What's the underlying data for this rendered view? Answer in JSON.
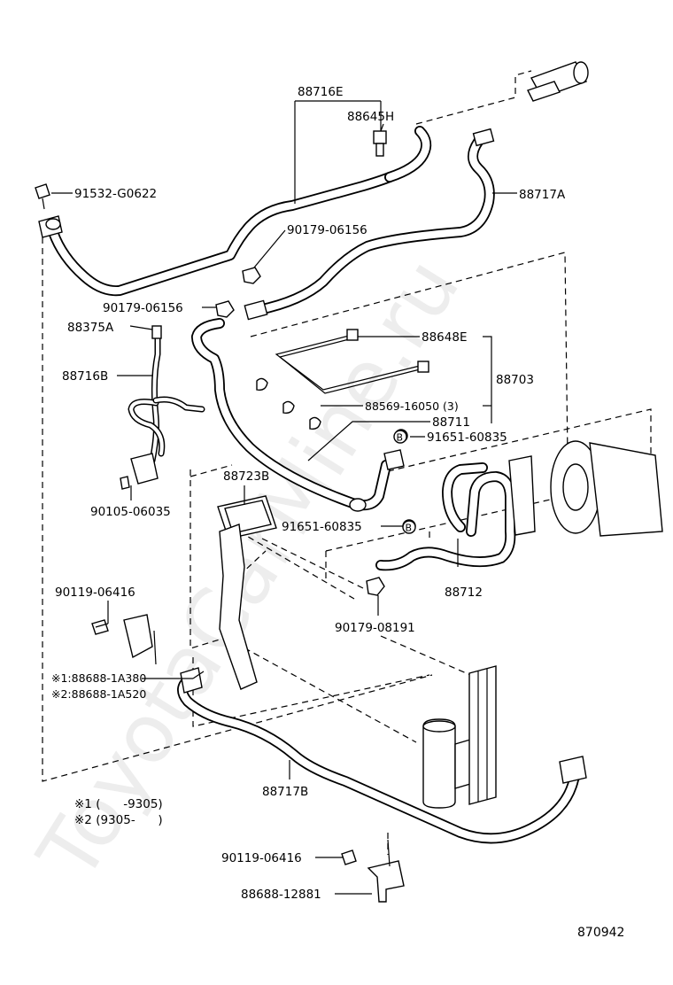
{
  "watermark": "ToyotaCarMine.ru",
  "diagram_ref": "870942",
  "legend": {
    "note1": "※1 (      -9305)",
    "note2": "※2 (9305-      )"
  },
  "labels": {
    "p88716E": "88716E",
    "p88645H": "88645H",
    "p91532": "91532-G0622",
    "p88717A": "88717A",
    "p90179a": "90179-06156",
    "p90179b": "90179-06156",
    "p88375A": "88375A",
    "p88648E": "88648E",
    "p88716B": "88716B",
    "p88703": "88703",
    "p88569": "88569-16050 (3)",
    "p88711": "88711",
    "p91651a": "91651-60835",
    "p88723B": "88723B",
    "p90105": "90105-06035",
    "p91651b": "91651-60835",
    "p88712": "88712",
    "p90119a": "90119-06416",
    "p90179c": "90179-08191",
    "p88688a": "※1:88688-1A380",
    "p88688b": "※2:88688-1A520",
    "p88717B": "88717B",
    "p90119b": "90119-06416",
    "p88688c": "88688-12881"
  },
  "bolt_marker": "B"
}
